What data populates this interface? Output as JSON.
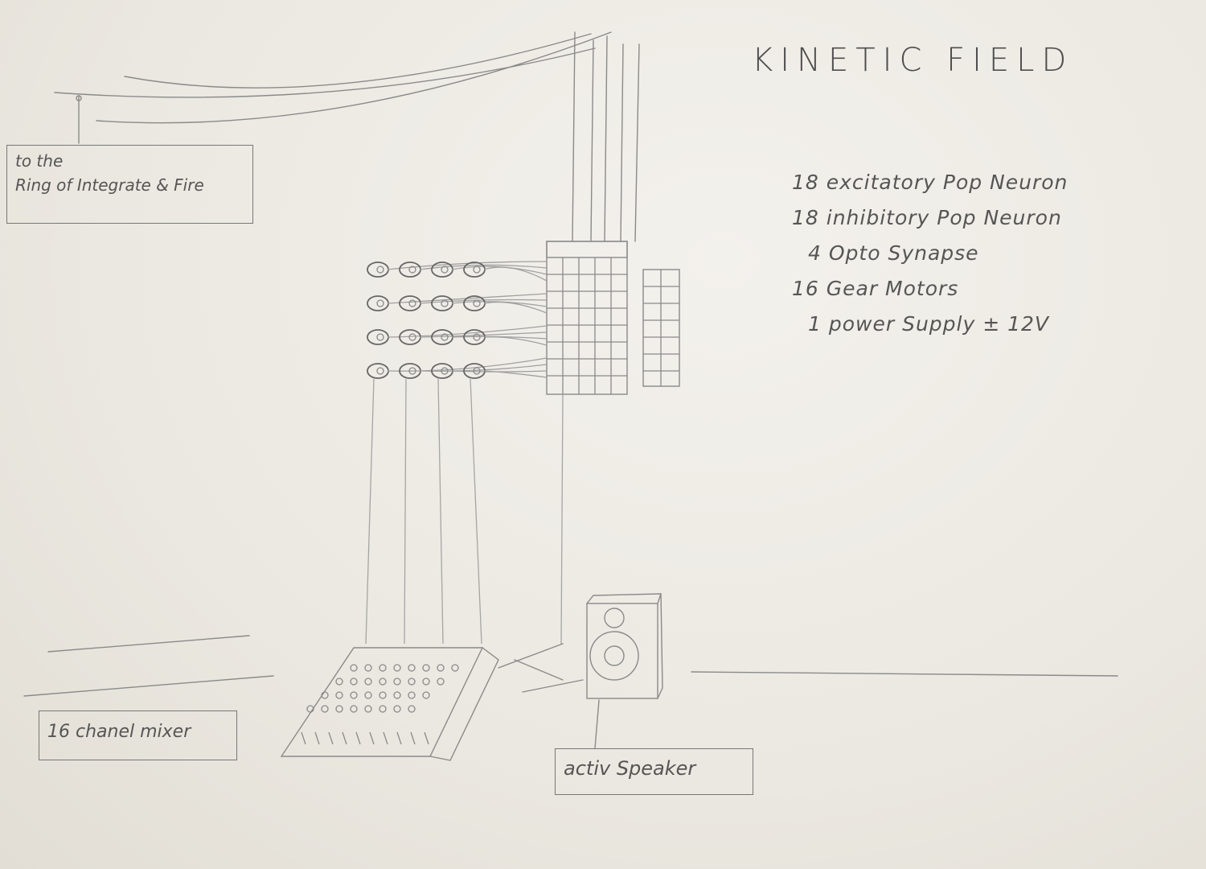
{
  "title": "KINETIC FIELD",
  "components": [
    "18 excitatory Pop Neuron",
    "18 inhibitory Pop Neuron",
    "4 Opto Synapse",
    "16 Gear Motors",
    "1 power Supply ± 12V"
  ],
  "labels": {
    "ring_line1": "to the",
    "ring_line2": "Ring of Integrate & Fire",
    "mixer": "16 chanel mixer",
    "speaker": "activ Speaker"
  },
  "colors": {
    "paper": "#ece9e2",
    "pencil": "#7a7a7a"
  }
}
